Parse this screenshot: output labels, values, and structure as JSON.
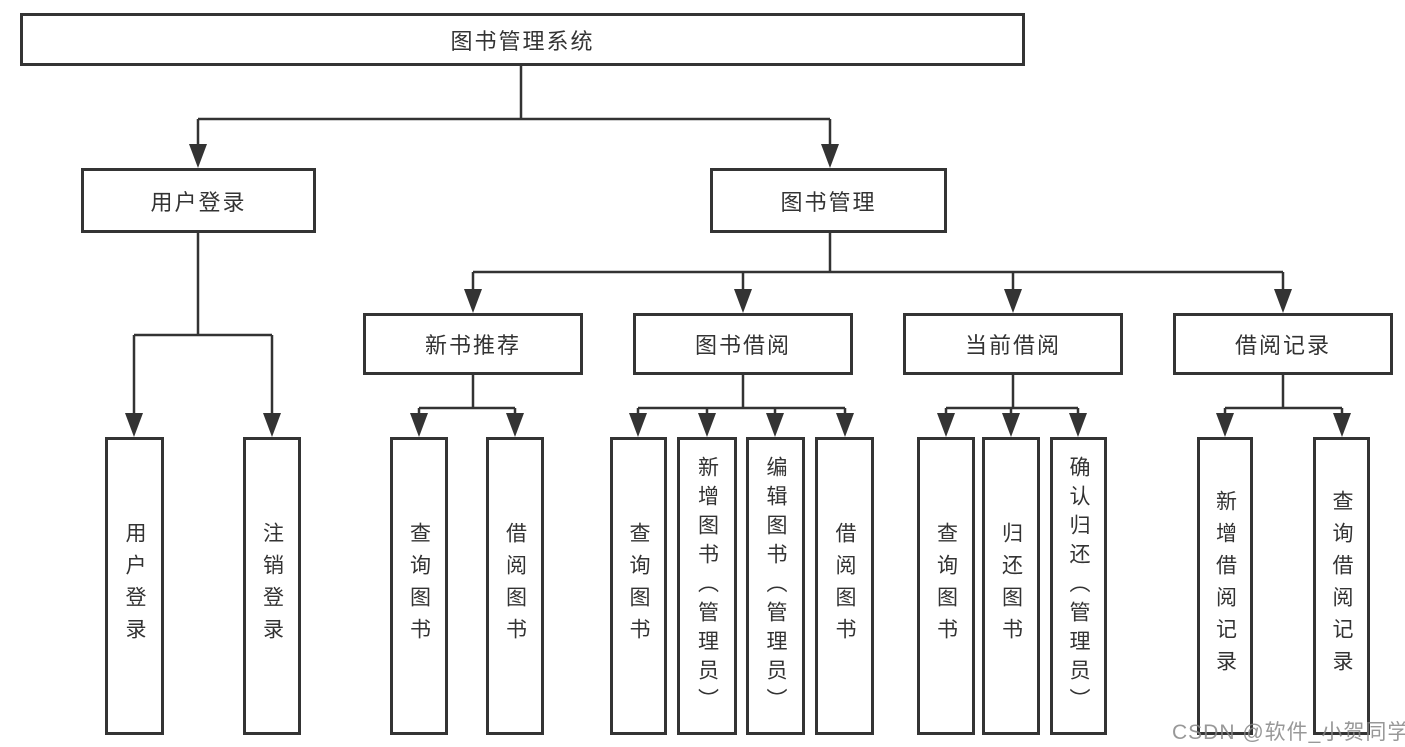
{
  "root_label": "图书管理系统",
  "level2": {
    "user_login": "用户登录",
    "book_management": "图书管理"
  },
  "level3": {
    "new_books": "新书推荐",
    "borrowing": "图书借阅",
    "current": "当前借阅",
    "records": "借阅记录"
  },
  "leaves": {
    "user_login": [
      "用户登录",
      "注销登录"
    ],
    "new_books": [
      "查询图书",
      "借阅图书"
    ],
    "borrowing": [
      "查询图书",
      "新增图书（管理员）",
      "编辑图书（管理员）",
      "借阅图书"
    ],
    "current": [
      "查询图书",
      "归还图书",
      "确认归还（管理员）"
    ],
    "records": [
      "新增借阅记录",
      "查询借阅记录"
    ]
  },
  "watermark": "CSDN @软件_小贺同学",
  "colors": {
    "line": "#333333",
    "border": "#343434",
    "text": "#333333",
    "watermark": "#868686",
    "background": "#ffffff"
  }
}
